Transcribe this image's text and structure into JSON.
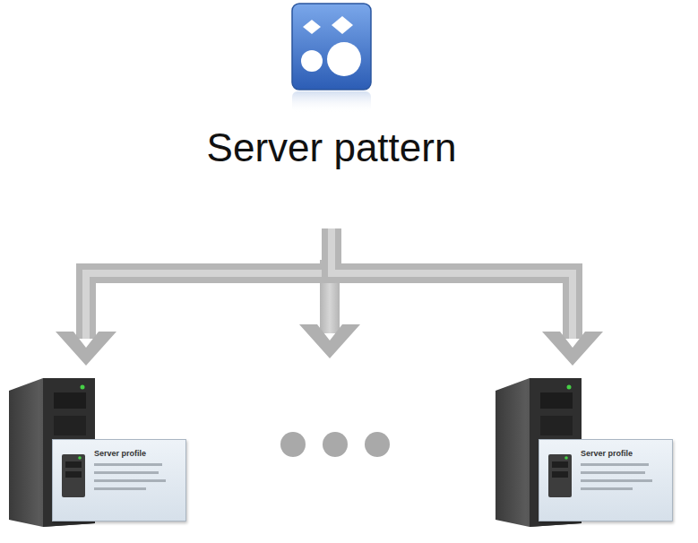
{
  "diagram": {
    "nodes": [
      {
        "text": [
          "Server pattern"
        ]
      },
      {
        "text": [
          "Server profile"
        ]
      },
      {
        "text": [
          "Server profile"
        ]
      }
    ],
    "edges": [
      {
        "from": 0,
        "to": 1,
        "arrow": "to"
      },
      {
        "from": 0,
        "to": 2,
        "arrow": "to"
      }
    ]
  }
}
